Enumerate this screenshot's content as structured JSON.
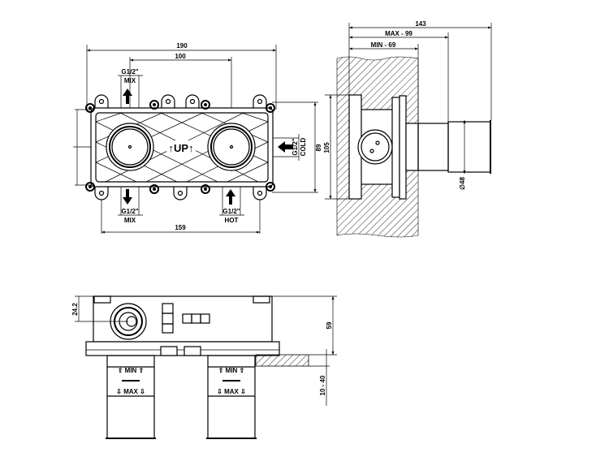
{
  "front_view": {
    "dim_overall_width": "190",
    "dim_outlet_spacing": "100",
    "dim_mount_spacing": "159",
    "dim_height_inner": "89",
    "dim_height_outer": "105",
    "center_marking": "↑UP↑",
    "ports": [
      {
        "size": "G1/2\"",
        "label": "MIX"
      },
      {
        "size": "G1/2\"",
        "label": "MIX"
      },
      {
        "size": "G1/2\"",
        "label": "HOT"
      },
      {
        "size": "G1/2\"",
        "label": "COLD"
      }
    ]
  },
  "side_view": {
    "dim_total_depth": "143",
    "dim_max": "MAX - 99",
    "dim_min": "MIN - 69",
    "dim_diameter": "∅48"
  },
  "bottom_view": {
    "dim_height": "59",
    "dim_outlet_offset": "24.2",
    "dim_tile_range": "10 - 40",
    "pipe_min_label": "⇧ MIN ⇧",
    "pipe_max_label": "⇩ MAX ⇩"
  },
  "colors": {
    "line": "#000000",
    "background": "#ffffff"
  }
}
